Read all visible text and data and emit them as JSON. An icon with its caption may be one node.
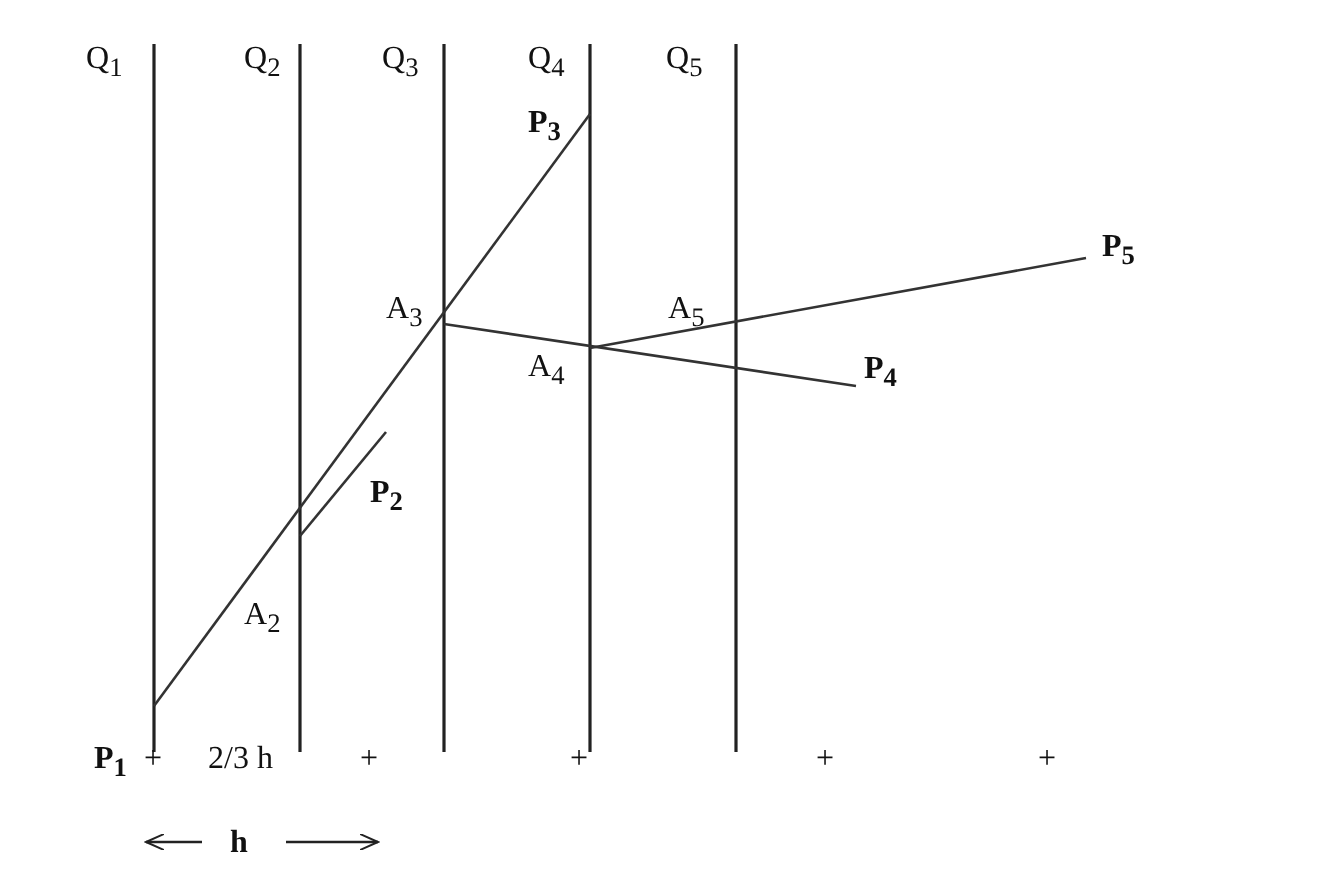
{
  "diagram": {
    "labels": [
      "Q$_{1}$",
      "Q$_{2}$",
      "Q$_{3}$",
      "Q$_{4}$",
      "Q$_{5}$",
      "P$_{3}$",
      "P$_{5}$",
      "A$_{3}$",
      "A$_{5}$",
      "A$_{4}$",
      "P$_{4}$",
      "P$_{2}$",
      "A$_{2}$",
      "P$_{1}$",
      "+",
      "2/3 h",
      "+",
      "+",
      "+",
      "+",
      "h"
    ]
  }
}
